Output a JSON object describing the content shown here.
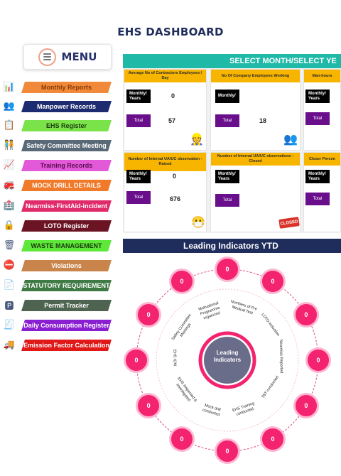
{
  "page": {
    "title": "EHS DASHBOARD"
  },
  "menu": {
    "label": "MENU"
  },
  "sidebar": {
    "items": [
      {
        "label": "Monthly Reports",
        "color": "#f08a3a",
        "text_color": "#8a3b08",
        "icon": "clipboard-icon"
      },
      {
        "label": "Manpower Records",
        "color": "#1d2b70",
        "text_color": "#ffffff",
        "icon": "worker-icon"
      },
      {
        "label": "EHS Register",
        "color": "#7be34a",
        "text_color": "#1b3a0b",
        "icon": "register-icon"
      },
      {
        "label": "Safety Committee Meeting",
        "color": "#5a6977",
        "text_color": "#ffffff",
        "icon": "meeting-icon"
      },
      {
        "label": "Training Records",
        "color": "#e35ad8",
        "text_color": "#5a0a52",
        "icon": "training-icon"
      },
      {
        "label": "MOCK DRILL DETAILS",
        "color": "#f07a2a",
        "text_color": "#ffffff",
        "icon": "drill-icon"
      },
      {
        "label": "Nearmiss-FirstAid-incident",
        "color": "#e02a6a",
        "text_color": "#ffffff",
        "icon": "incident-icon"
      },
      {
        "label": "LOTO Register",
        "color": "#6a1424",
        "text_color": "#ffffff",
        "icon": "lock-icon"
      },
      {
        "label": "WASTE MANAGEMENT",
        "color": "#5ee83a",
        "text_color": "#1b3a0b",
        "icon": "waste-icon"
      },
      {
        "label": "Violations",
        "color": "#c8844a",
        "text_color": "#ffffff",
        "icon": "violation-icon"
      },
      {
        "label": "STATUTORY REQUIREMENT",
        "color": "#3f7a44",
        "text_color": "#ffffff",
        "icon": "document-icon"
      },
      {
        "label": "Permit Tracker",
        "color": "#4f6450",
        "text_color": "#ffffff",
        "icon": "permit-icon"
      },
      {
        "label": "Daily Consumption Register",
        "color": "#8a1fd2",
        "text_color": "#ffffff",
        "icon": "consumption-icon"
      },
      {
        "label": "Emission Factor Calculation",
        "color": "#e01818",
        "text_color": "#ffffff",
        "icon": "emission-icon"
      }
    ]
  },
  "banner": {
    "text": "SELECT MONTH/SELECT YE"
  },
  "cards": [
    {
      "title": "Average No of Contractors Employees / Day",
      "monthly": "Monthly/ Years",
      "monthly_value": "0",
      "total_label": "Total",
      "total_value": "57"
    },
    {
      "title": "No Of Company Employees Working",
      "monthly": "Monthly/",
      "monthly_value": "",
      "total_label": "Total",
      "total_value": "18"
    },
    {
      "title": "Man-hours",
      "monthly": "Monthly/ Years",
      "monthly_value": "",
      "total_label": "Total",
      "total_value": ""
    },
    {
      "title": "Number of Internal UA/UC observation - Raised",
      "monthly": "Monthly/ Years",
      "monthly_value": "0",
      "total_label": "Total",
      "total_value": "676"
    },
    {
      "title": "Number of Internal UA/UC observations - Closed",
      "monthly": "Monthly/ Years",
      "monthly_value": "",
      "total_label": "Total",
      "total_value": ""
    },
    {
      "title": "Closer Percen",
      "monthly": "Monthly/ Years",
      "monthly_value": "",
      "total_label": "Total",
      "total_value": ""
    }
  ],
  "closed_sign": "CLOSED",
  "leading": {
    "header": "Leading Indicators YTD",
    "center": "Leading Indicators",
    "nodes": [
      "0",
      "0",
      "0",
      "0",
      "0",
      "0",
      "0",
      "0",
      "0",
      "0",
      "0",
      "0"
    ],
    "spokes": [
      "Numbers of Pre Medical Test",
      "LOTO Induction",
      "Nearmiss Reported",
      "TBT conducted",
      "EHS Training conducted",
      "Mock drill conducted",
      "EHS Inspected & Investigated",
      "EHS ICM",
      "Safety Committee Meetings",
      "Motivational Programme organized"
    ]
  }
}
